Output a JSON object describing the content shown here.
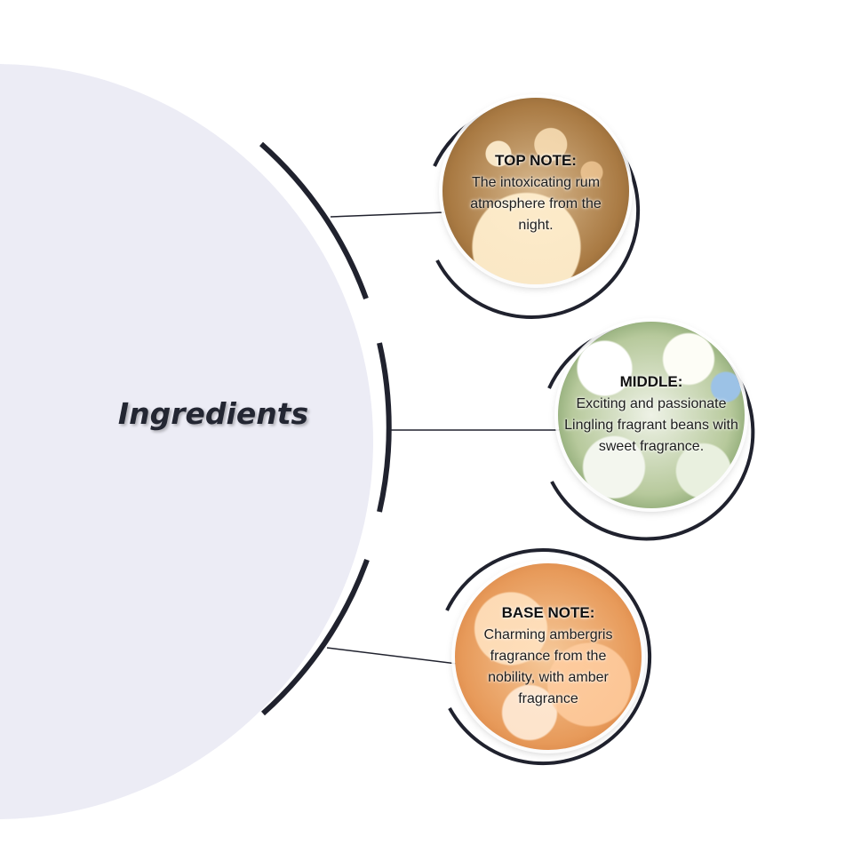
{
  "heading": "Ingredients",
  "notes": [
    {
      "title": "TOP NOTE:",
      "body": "The intoxicating rum atmosphere from the night.",
      "photo": "glass-of-rum-with-bokeh-lights"
    },
    {
      "title": "MIDDLE:",
      "body": "Exciting and passionate Lingling fragrant beans with sweet fragrance.",
      "photo": "white-jasmine-flowers"
    },
    {
      "title": "BASE NOTE:",
      "body": "Charming ambergris fragrance from the nobility, with amber fragrance",
      "photo": "amber-ambergris-crystals"
    }
  ],
  "colors": {
    "ring": "#20222e",
    "big_circle": "#ececf5",
    "background": "#ffffff"
  }
}
